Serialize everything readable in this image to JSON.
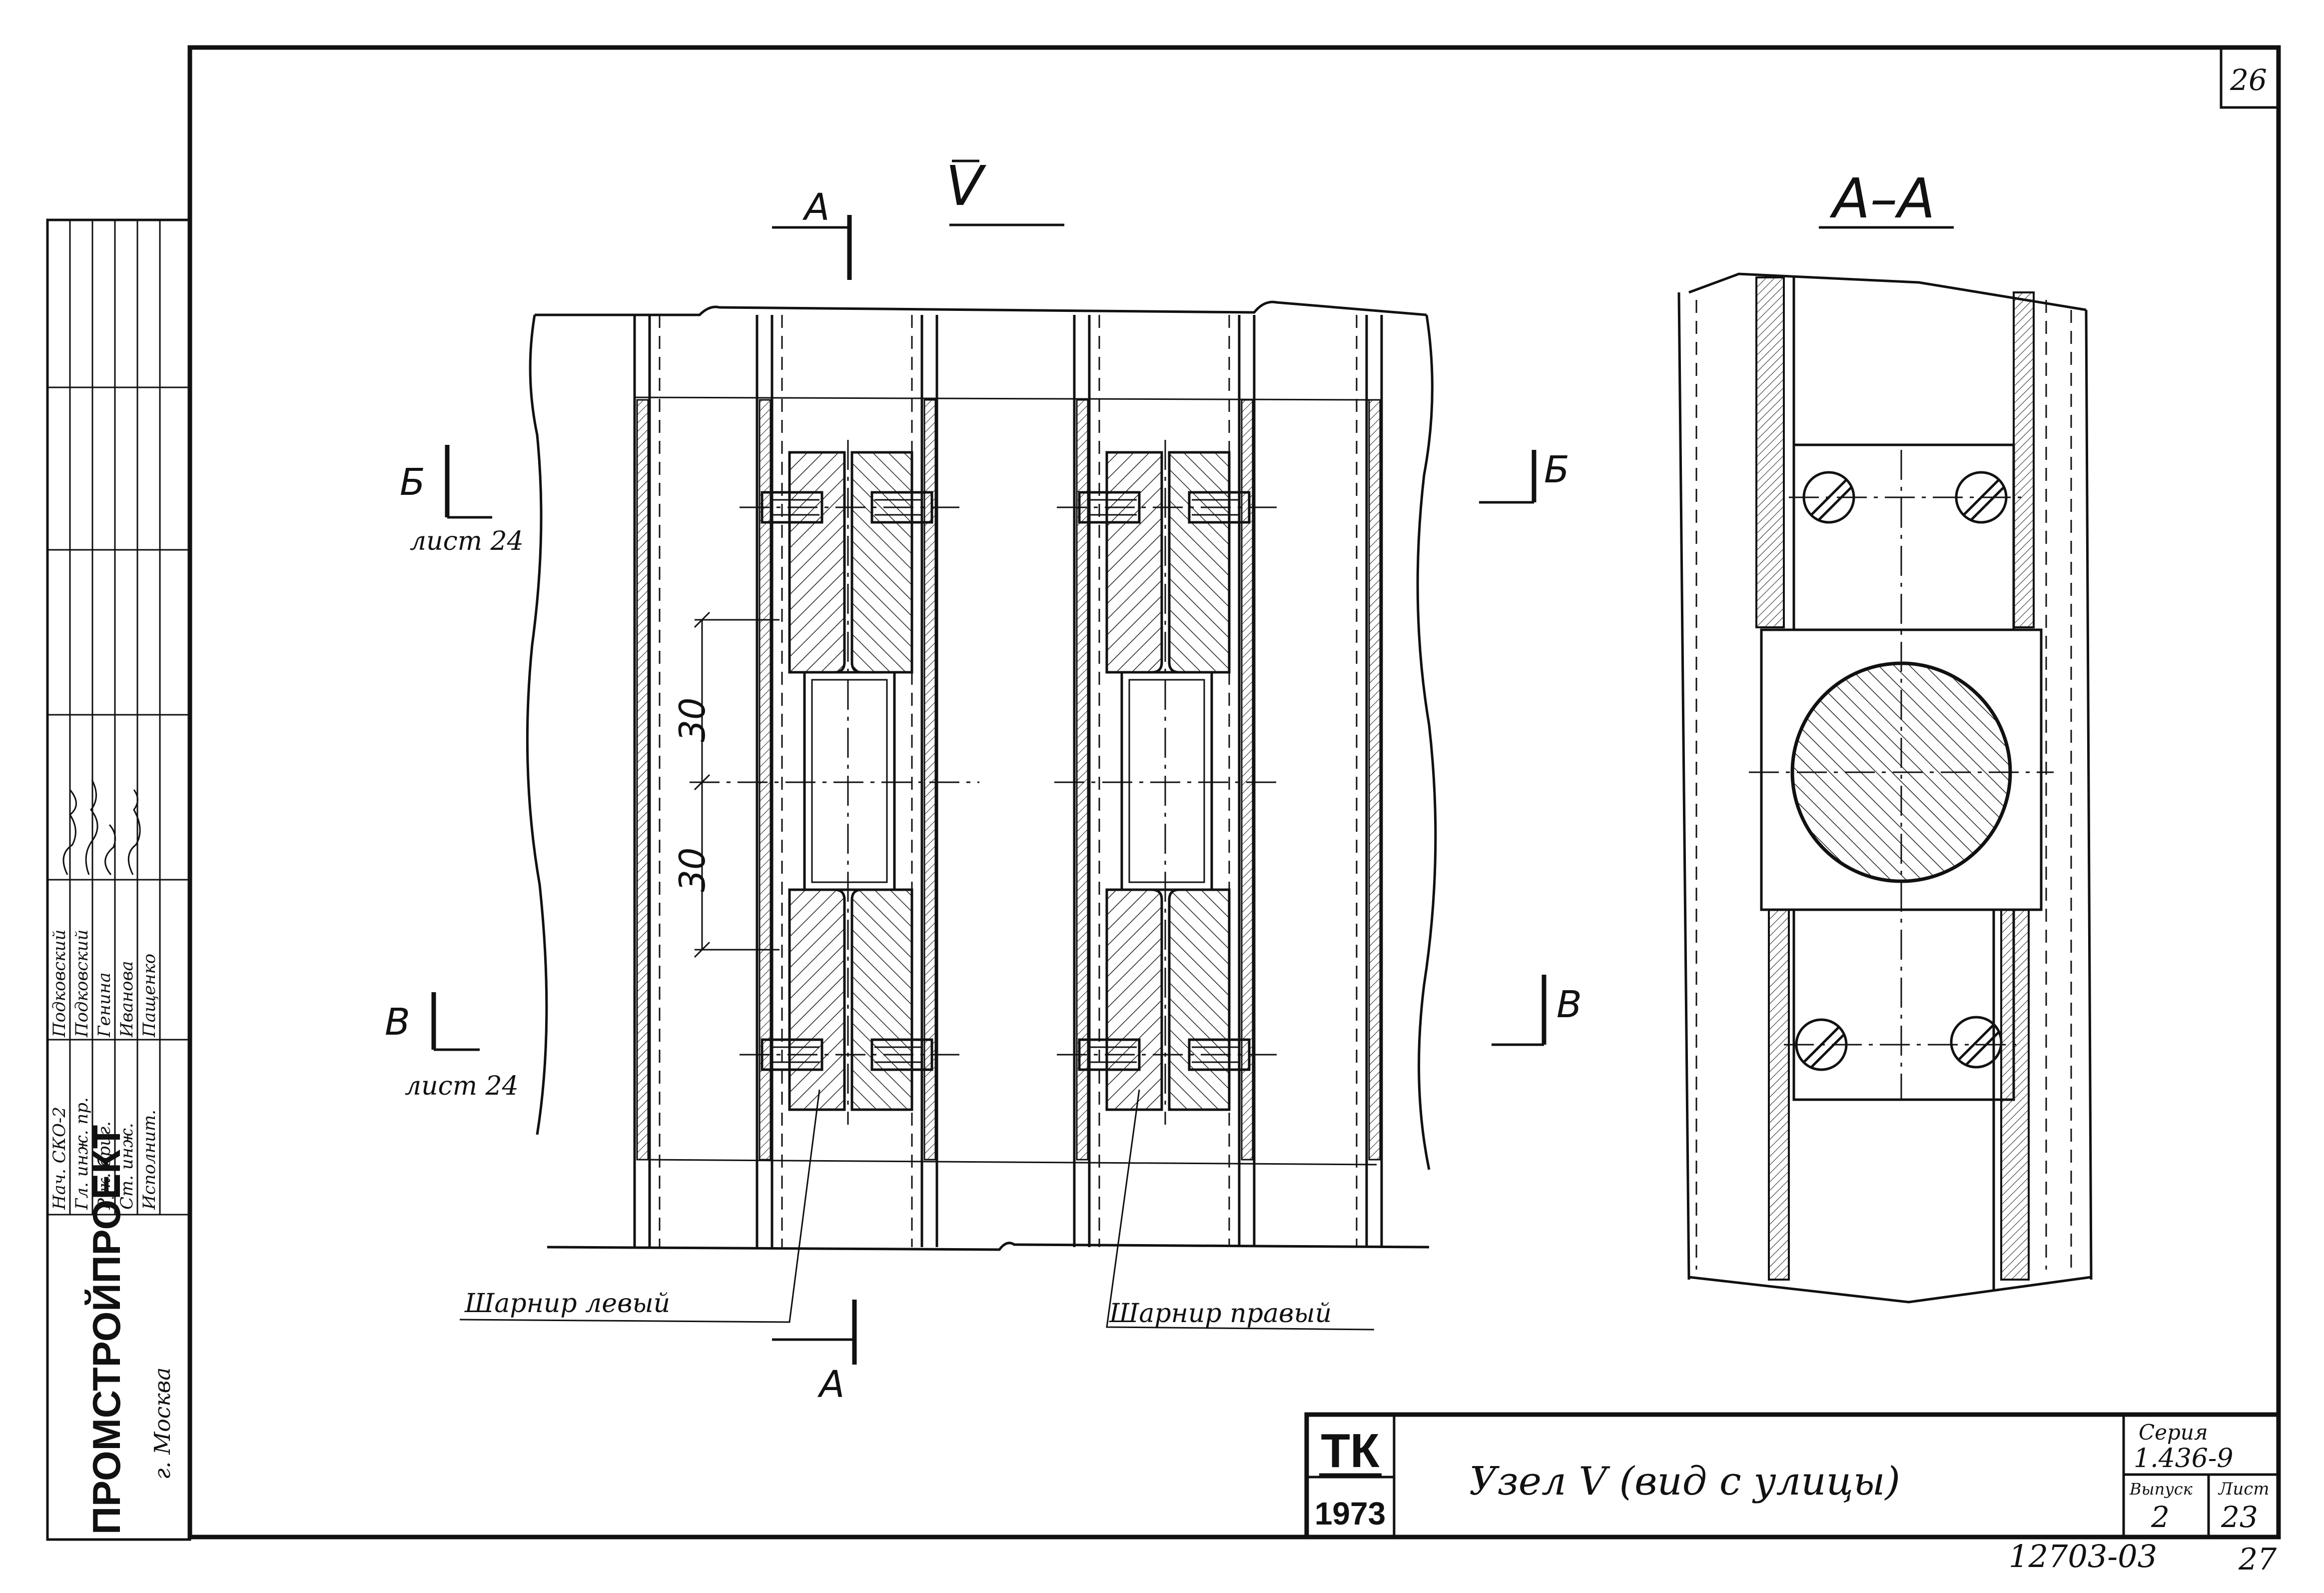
{
  "sheet": {
    "corner_page_number": "26",
    "bottom_page_number": "27",
    "archive_number": "12703-03"
  },
  "views": {
    "main_view_label": "V",
    "section_view_label": "A–A"
  },
  "section_marks": {
    "a_top": "А",
    "a_bottom": "А",
    "b_left": "Б",
    "b_right": "Б",
    "v_left": "В",
    "v_right": "В",
    "b_ref": "лист 24",
    "v_ref": "лист 24"
  },
  "dimensions": {
    "upper": "30",
    "lower": "30"
  },
  "callouts": {
    "left_hinge": "Шарнир левый",
    "right_hinge": "Шарнир правый"
  },
  "title_block": {
    "logo_top": "ТК",
    "logo_bottom": "1973",
    "title": "Узел V  (вид с улицы)",
    "series_label": "Серия",
    "series_value": "1.436-9",
    "issue_label": "Выпуск",
    "issue_value": "2",
    "sheet_label": "Лист",
    "sheet_value": "23"
  },
  "side_stamp": {
    "organization": "ПРОМСТРОЙПРОЕКТ",
    "city": "г. Москва",
    "roles": [
      "Нач. СКО-2",
      "Гл. инж. пр.",
      "Рук. бриг.",
      "Ст. инж.",
      "Исполнит."
    ],
    "names": [
      "Подковский",
      "Подковский",
      "Генина",
      "Иванова",
      "Пащенко"
    ]
  }
}
